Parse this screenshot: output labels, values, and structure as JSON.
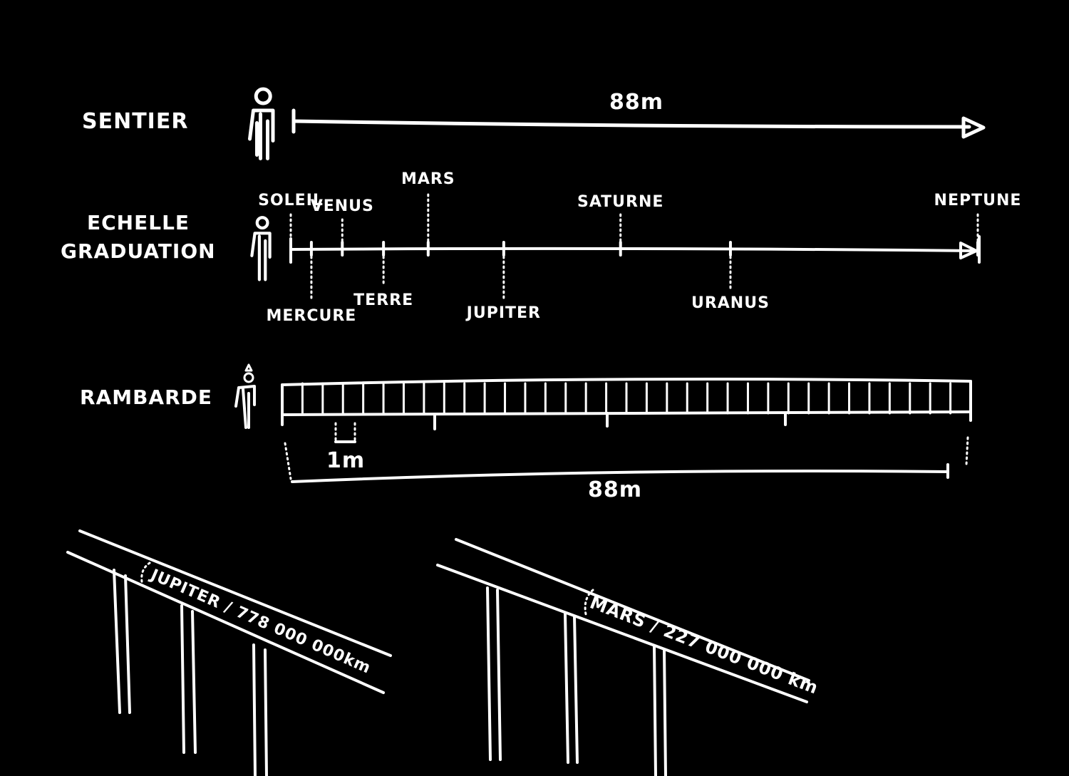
{
  "colors": {
    "background": "#000000",
    "ink": "#ffffff"
  },
  "rows": {
    "sentier": {
      "label": "SENTIER",
      "length_label": "88m"
    },
    "echelle": {
      "label_line1": "ECHELLE",
      "label_line2": "GRADUATION",
      "planets": [
        {
          "name": "SOLEIL",
          "position": 0.0,
          "side": "top"
        },
        {
          "name": "MERCURE",
          "position": 0.03,
          "side": "bottom"
        },
        {
          "name": "VENUS",
          "position": 0.075,
          "side": "top"
        },
        {
          "name": "TERRE",
          "position": 0.135,
          "side": "bottom"
        },
        {
          "name": "MARS",
          "position": 0.2,
          "side": "top"
        },
        {
          "name": "JUPITER",
          "position": 0.31,
          "side": "bottom"
        },
        {
          "name": "SATURNE",
          "position": 0.48,
          "side": "top"
        },
        {
          "name": "URANUS",
          "position": 0.64,
          "side": "bottom"
        },
        {
          "name": "NEPTUNE",
          "position": 1.0,
          "side": "top"
        }
      ]
    },
    "rambarde": {
      "label": "RAMBARDE",
      "unit_label": "1m",
      "length_label": "88m"
    }
  },
  "examples": {
    "jupiter": {
      "label": "JUPITER / 778 000 000km"
    },
    "mars": {
      "label": "MARS / 227 000 000 km"
    }
  },
  "icons": [
    "person-icon"
  ]
}
